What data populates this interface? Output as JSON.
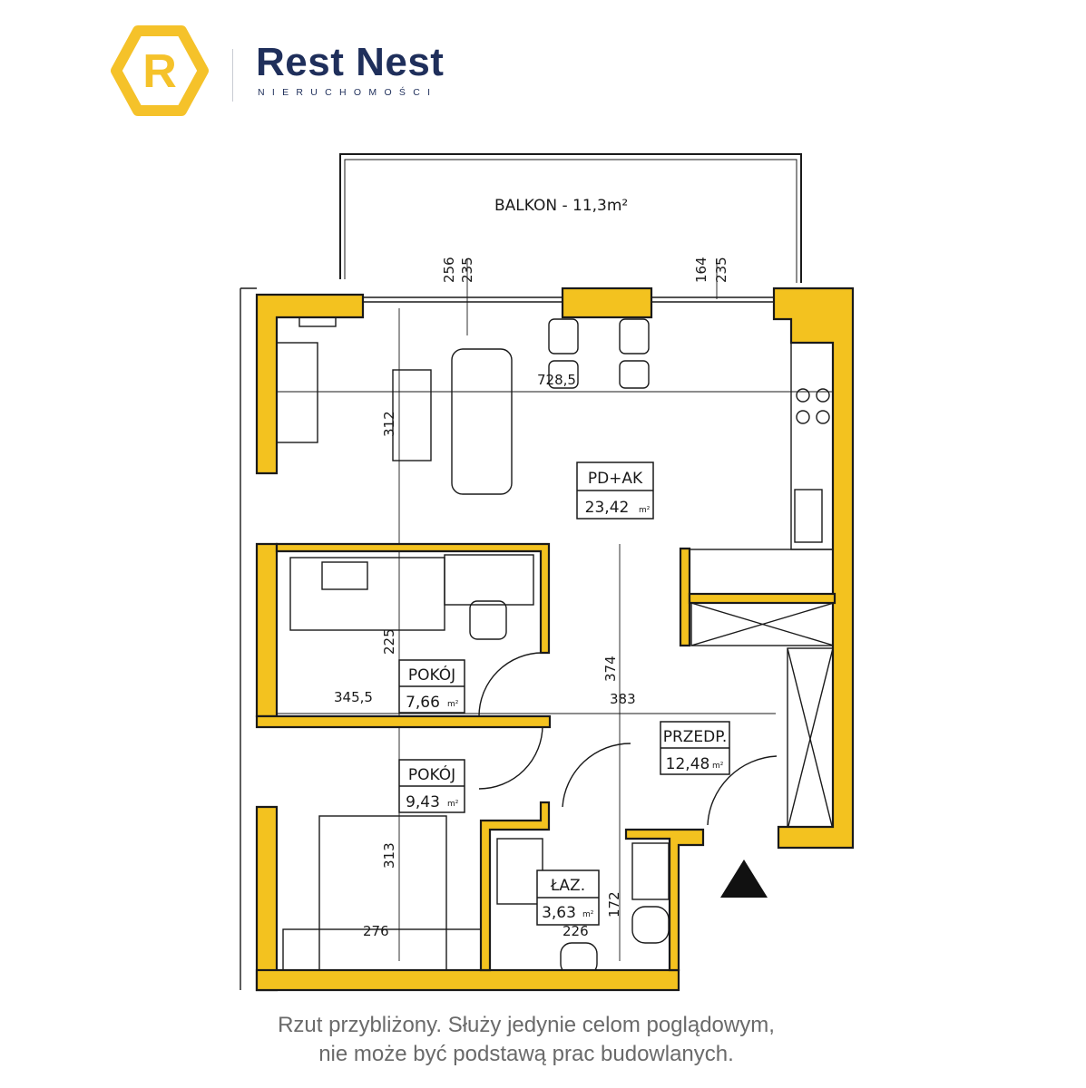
{
  "brand": {
    "name": "Rest Nest",
    "tagline": "NIERUCHOMOŚCI",
    "logo_letter": "R",
    "color_primary": "#1f2f5b",
    "color_accent": "#f5c22a"
  },
  "rooms": [
    {
      "id": "balcony",
      "label": "BALKON - 11,3m²"
    },
    {
      "id": "living",
      "label": "PD+AK",
      "area": "23,42",
      "unit": "m²"
    },
    {
      "id": "room1",
      "label": "POKÓJ",
      "area": "7,66",
      "unit": "m²"
    },
    {
      "id": "room2",
      "label": "POKÓJ",
      "area": "9,43",
      "unit": "m²"
    },
    {
      "id": "hall",
      "label": "PRZEDP.",
      "area": "12,48",
      "unit": "m²"
    },
    {
      "id": "bath",
      "label": "ŁAZ.",
      "area": "3,63",
      "unit": "m²"
    }
  ],
  "dimensions": [
    "256",
    "235",
    "164",
    "235",
    "728,5",
    "312",
    "225",
    "374",
    "345,5",
    "383",
    "313",
    "276",
    "226",
    "172"
  ],
  "wall_color": "#f3c21f",
  "entrance_icon": "triangle-up-icon",
  "caption": {
    "line1": "Rzut przybliżony. Służy jedynie celom poglądowym,",
    "line2": "nie może być podstawą prac budowlanych."
  }
}
